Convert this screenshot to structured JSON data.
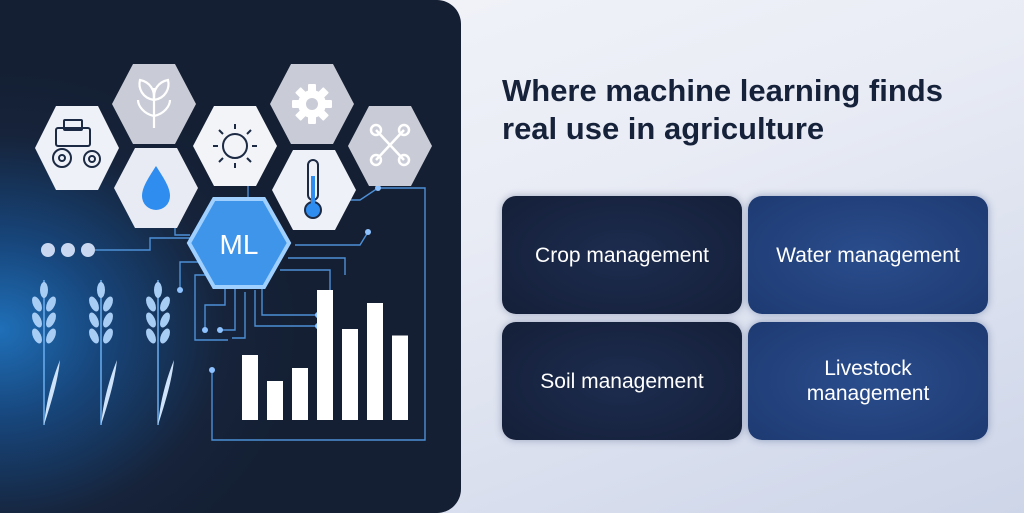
{
  "headline": {
    "line1": "Where machine learning finds",
    "line2": "real use in agriculture"
  },
  "illustration": {
    "hub_label": "ML",
    "icons": [
      "tractor-icon",
      "sprout-icon",
      "water-drop-icon",
      "sun-icon",
      "gear-icon",
      "thermometer-icon",
      "drone-icon"
    ],
    "bar_chart_values": [
      5,
      3,
      4,
      10,
      7,
      9,
      6.5
    ]
  },
  "cards": [
    {
      "label": "Crop management",
      "style": "dark"
    },
    {
      "label": "Water management",
      "style": "blue"
    },
    {
      "label": "Soil management",
      "style": "dark"
    },
    {
      "label": "Livestock management",
      "style": "blue"
    }
  ],
  "colors": {
    "panel_dark": "#16233a",
    "panel_glow": "#1f6fb8",
    "accent_blue": "#4aa3f0",
    "card_dark": "#121c33",
    "card_blue": "#1b356c",
    "headline": "#16213a"
  }
}
